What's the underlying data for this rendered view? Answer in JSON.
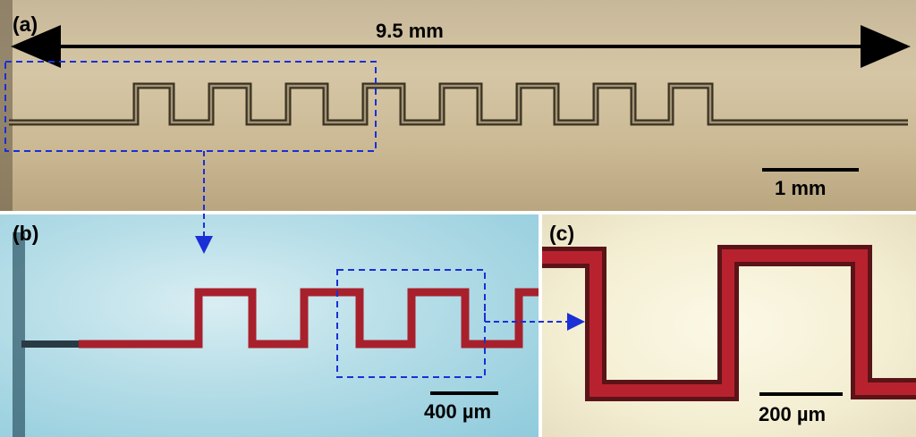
{
  "panels": {
    "a": {
      "label": "(a)",
      "length_label": "9.5 mm",
      "scale_label": "1 mm"
    },
    "b": {
      "label": "(b)",
      "scale_label": "400 µm"
    },
    "c": {
      "label": "(c)",
      "scale_label": "200 µm"
    }
  },
  "colors": {
    "channel_a": "#3a3222",
    "channel_red": "#a8202c",
    "zoom_box": "#1a2fd6"
  }
}
